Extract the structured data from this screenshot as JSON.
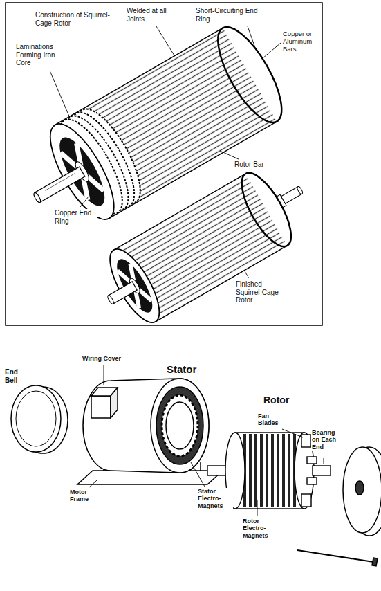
{
  "diagram": {
    "labels": [
      "Construction of Squirrel-Cage Rotor",
      "Welded at all Joints",
      "Short-Circuiting End Ring",
      "Laminations Forming Iron Core",
      "Copper or Aluminum Bars",
      "Rotor Bar",
      "Copper End Ring",
      "Finished Squirrel-Cage Rotor",
      "End Bell",
      "Wiring Cover",
      "Stator",
      "Rotor",
      "Fan Blades",
      "Bearing on Each End",
      "Motor Frame",
      "Stator Electro-Magnets",
      "Rotor Electro-Magnets"
    ]
  }
}
